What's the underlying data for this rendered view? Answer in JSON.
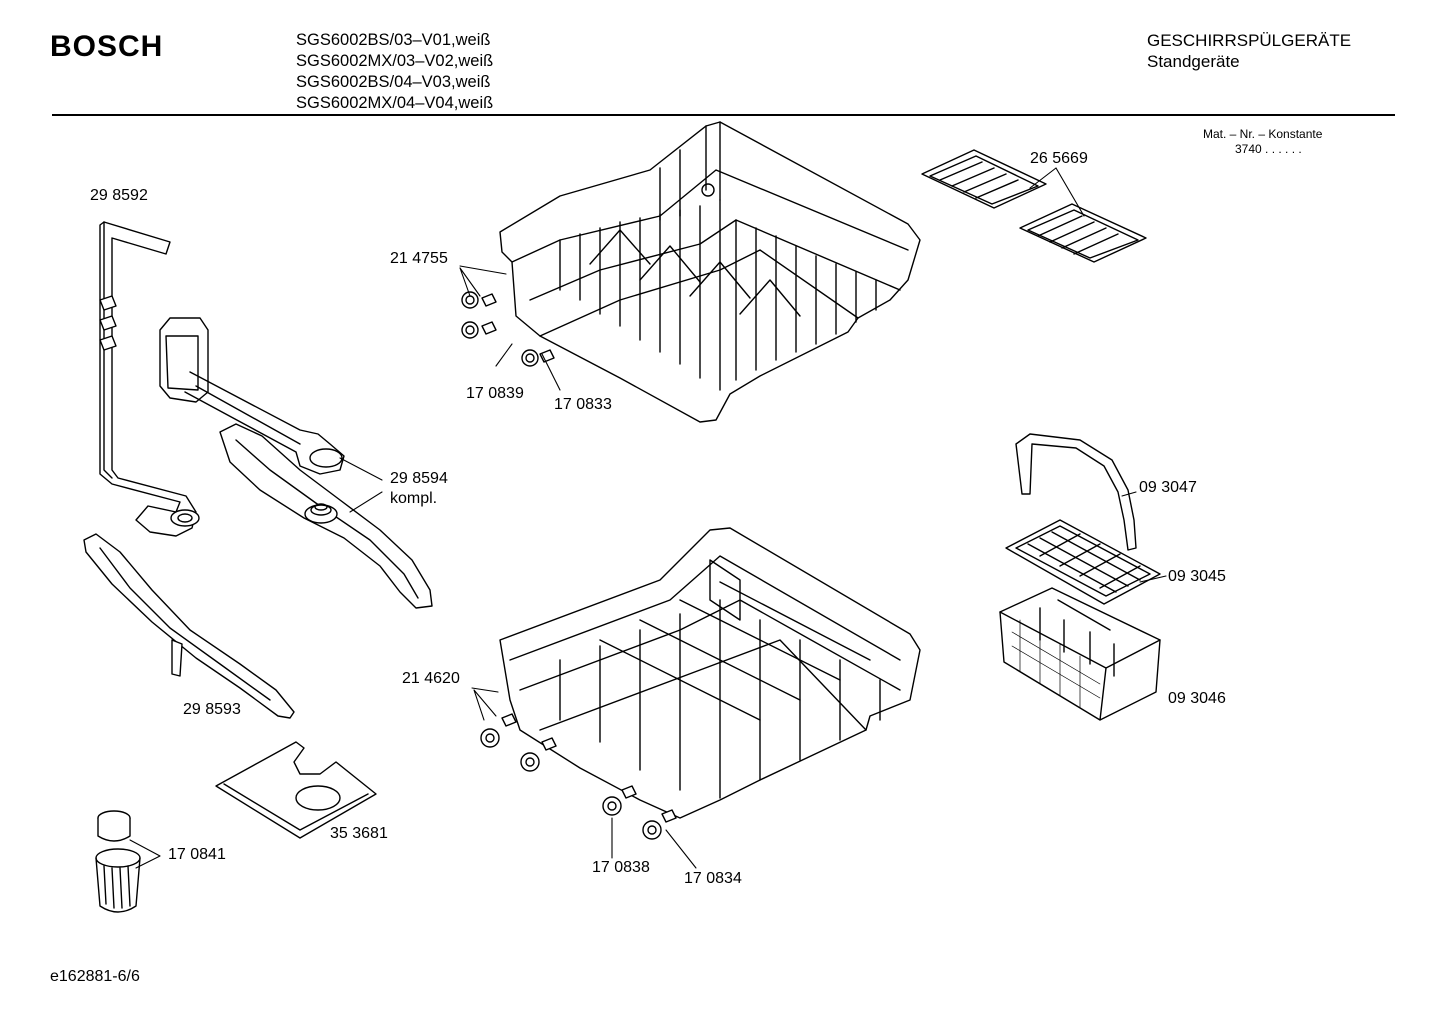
{
  "header": {
    "brand": "BOSCH",
    "models": [
      "SGS6002BS/03–V01,weiß",
      "SGS6002MX/03–V02,weiß",
      "SGS6002BS/04–V03,weiß",
      "SGS6002MX/04–V04,weiß"
    ],
    "category": "GESCHIRRSPÜLGERÄTE",
    "subcategory": "Standgeräte",
    "mat_label": "Mat. – Nr. – Konstante",
    "mat_value": "3740  .  .   .  .  .  ."
  },
  "parts": [
    {
      "id": "p298592",
      "label": "29 8592"
    },
    {
      "id": "p214755",
      "label": "21 4755"
    },
    {
      "id": "p170839",
      "label": "17 0839"
    },
    {
      "id": "p170833",
      "label": "17 0833"
    },
    {
      "id": "p265669",
      "label": "26 5669"
    },
    {
      "id": "p298594",
      "label": "29 8594"
    },
    {
      "id": "p298594k",
      "label": "kompl."
    },
    {
      "id": "p093047",
      "label": "09 3047"
    },
    {
      "id": "p093045",
      "label": "09 3045"
    },
    {
      "id": "p093046",
      "label": "09 3046"
    },
    {
      "id": "p298593",
      "label": "29 8593"
    },
    {
      "id": "p214620",
      "label": "21 4620"
    },
    {
      "id": "p353681",
      "label": "35 3681"
    },
    {
      "id": "p170841",
      "label": "17 0841"
    },
    {
      "id": "p170838",
      "label": "17 0838"
    },
    {
      "id": "p170834",
      "label": "17 0834"
    }
  ],
  "footer": {
    "doc_id": "e162881-6/6"
  }
}
